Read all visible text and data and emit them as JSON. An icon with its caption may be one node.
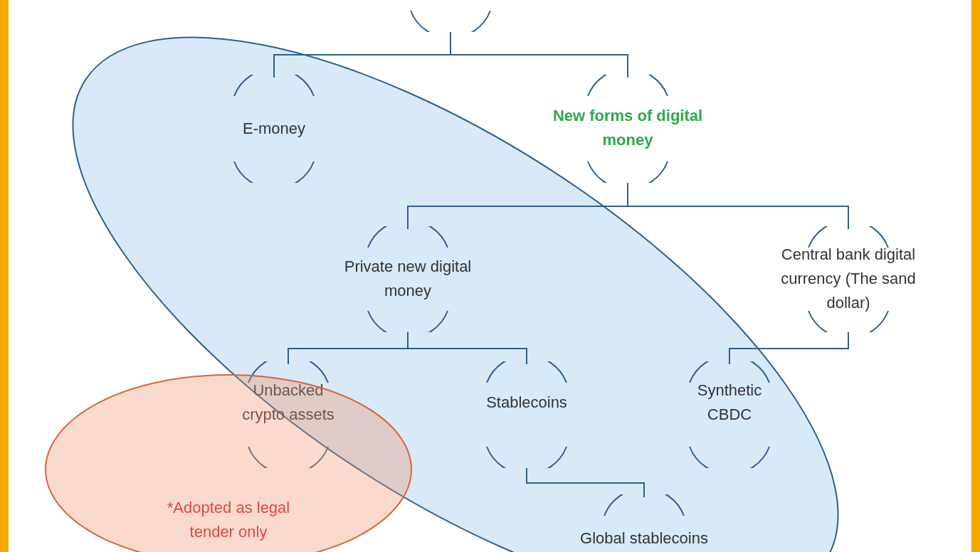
{
  "diagram": {
    "nodes": [
      {
        "text": [],
        "shape": "circle"
      },
      {
        "text": [
          "E-money"
        ]
      },
      {
        "text": [
          "New forms of digital money"
        ]
      },
      {
        "text": [
          "Private new digital money"
        ]
      },
      {
        "text": [
          "Central bank digital currency (The sand dollar)"
        ]
      },
      {
        "text": [
          "Unbacked crypto assets"
        ]
      },
      {
        "text": [
          "Stablecoins"
        ]
      },
      {
        "text": [
          "Synthetic CBDC"
        ]
      },
      {
        "text": [
          "Global stablecoins"
        ]
      },
      {
        "text": [
          "*Adopted as legal tender only"
        ]
      }
    ],
    "edges": [
      {
        "from": 0,
        "to": 1,
        "arrow": "none"
      },
      {
        "from": 0,
        "to": 2,
        "arrow": "none"
      },
      {
        "from": 2,
        "to": 3,
        "arrow": "none"
      },
      {
        "from": 2,
        "to": 4,
        "arrow": "none"
      },
      {
        "from": 3,
        "to": 5,
        "arrow": "none"
      },
      {
        "from": 3,
        "to": 6,
        "arrow": "none"
      },
      {
        "from": 4,
        "to": 7,
        "arrow": "none"
      },
      {
        "from": 6,
        "to": 8,
        "arrow": "none"
      }
    ]
  }
}
